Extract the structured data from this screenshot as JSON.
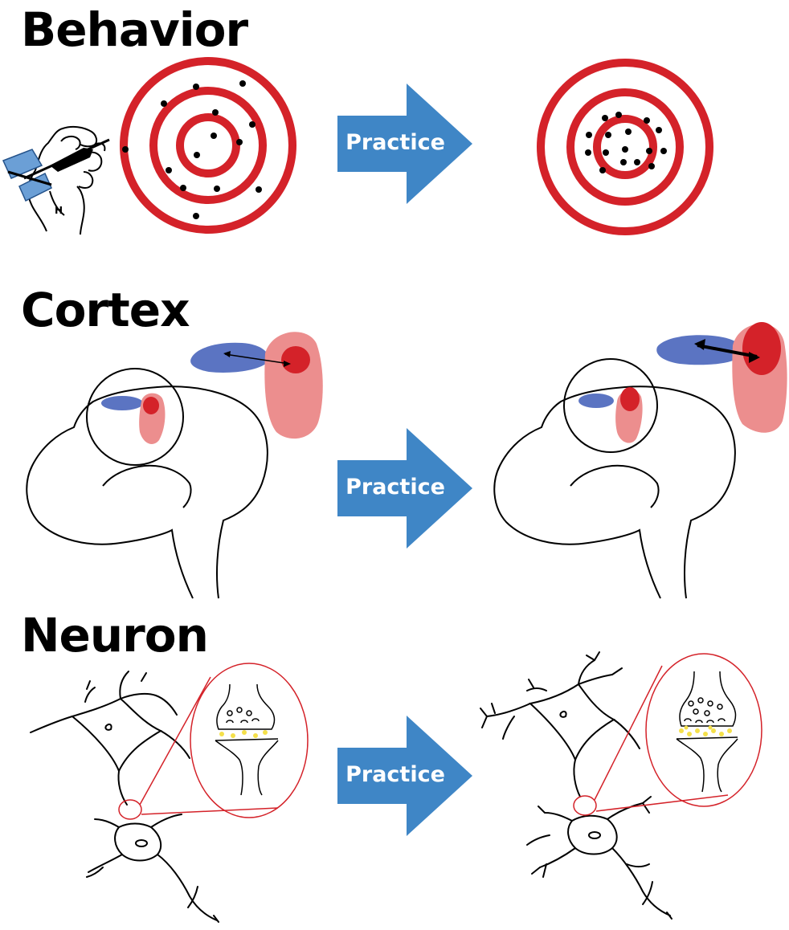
{
  "sections": {
    "behavior": {
      "title": "Behavior"
    },
    "cortex": {
      "title": "Cortex"
    },
    "neuron": {
      "title": "Neuron"
    }
  },
  "arrows": {
    "behavior": {
      "label": "Practice"
    },
    "cortex": {
      "label": "Practice"
    },
    "neuron": {
      "label": "Practice"
    }
  },
  "hand": {
    "label": "H"
  },
  "colors": {
    "target_red": "#d42229",
    "arrow_blue": "#3f86c6",
    "cortex_blue": "#5b74c2",
    "cortex_pink": "#ec8e8e",
    "cortex_red": "#d42229",
    "synapse_yellow": "#f4e04a"
  }
}
